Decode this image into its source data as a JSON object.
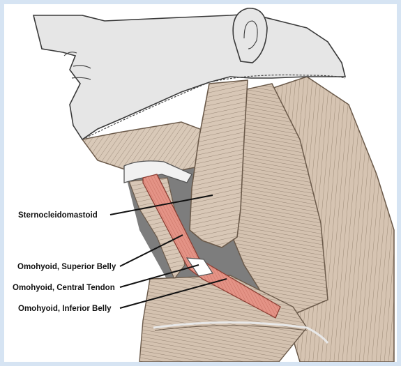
{
  "labels": {
    "scm": "Sternocleidomastoid",
    "omo_superior": "Omohyoid, Superior Belly",
    "omo_tendon": "Omohyoid, Central Tendon",
    "omo_inferior": "Omohyoid, Inferior Belly"
  },
  "colors": {
    "background": "#d6e4f3",
    "muscle": "#d8c7b6",
    "muscle_line": "#8f7d6c",
    "skin": "#e6e6e6",
    "highlight_muscle": "#e49386",
    "tendon": "#ffffff",
    "shadow": "#7d7d7d"
  }
}
